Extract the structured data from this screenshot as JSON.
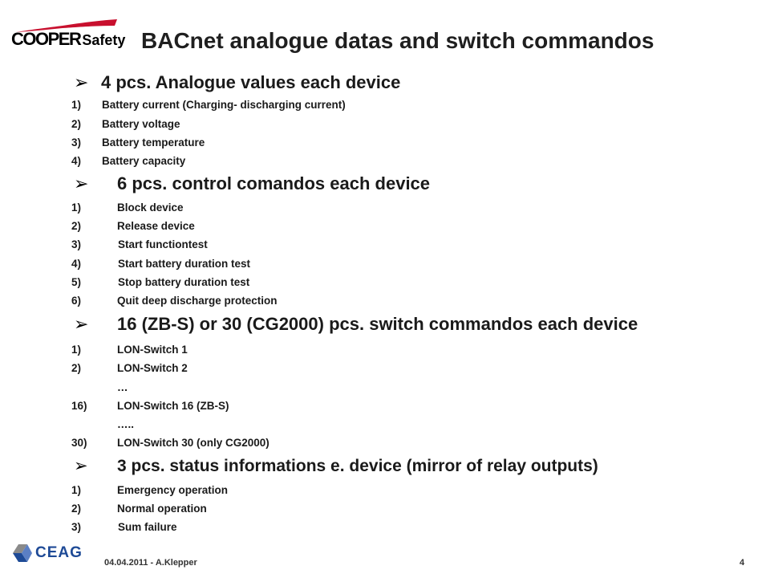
{
  "header": {
    "logo_brand": "COOPER",
    "logo_suffix": "Safety",
    "title": "BACnet analogue datas and switch commandos"
  },
  "sections": [
    {
      "heading": "4 pcs. Analogue values each device",
      "items": [
        {
          "num": "1)",
          "text": "Battery current (Charging- discharging current)"
        },
        {
          "num": "2)",
          "text": "Battery voltage"
        },
        {
          "num": "3)",
          "text": "Battery temperature"
        },
        {
          "num": "4)",
          "text": "Battery capacity"
        }
      ]
    },
    {
      "heading": "6 pcs. control comandos each device",
      "items": [
        {
          "num": "1)",
          "text": "Block device"
        },
        {
          "num": "2)",
          "text": "Release device"
        },
        {
          "num": "3)",
          "text": "Start functiontest"
        },
        {
          "num": "4)",
          "text": "Start battery duration test"
        },
        {
          "num": "5)",
          "text": "Stop battery duration test"
        },
        {
          "num": "6)",
          "text": "Quit deep discharge protection"
        }
      ]
    },
    {
      "heading": "16 (ZB-S) or 30 (CG2000) pcs. switch commandos each device",
      "items": [
        {
          "num": "1)",
          "text": "LON-Switch 1"
        },
        {
          "num": "2)",
          "text": "LON-Switch 2"
        },
        {
          "num": "",
          "text": "…"
        },
        {
          "num": "16)",
          "text": "LON-Switch 16 (ZB-S)"
        },
        {
          "num": "",
          "text": "….."
        },
        {
          "num": "30)",
          "text": "LON-Switch 30 (only CG2000)"
        }
      ]
    },
    {
      "heading": "3 pcs. status informations e. device (mirror of relay outputs)",
      "items": [
        {
          "num": "1)",
          "text": "Emergency operation"
        },
        {
          "num": "2)",
          "text": "Normal operation"
        },
        {
          "num": "3)",
          "text": "Sum failure"
        }
      ]
    }
  ],
  "footer": {
    "logo_text": "CEAG",
    "date_author": "04.04.2011  - A.Klepper",
    "page_number": "4"
  },
  "colors": {
    "logo_red": "#c8102e",
    "ceag_blue": "#1e4a96",
    "ceag_grey": "#8a8a8a"
  }
}
